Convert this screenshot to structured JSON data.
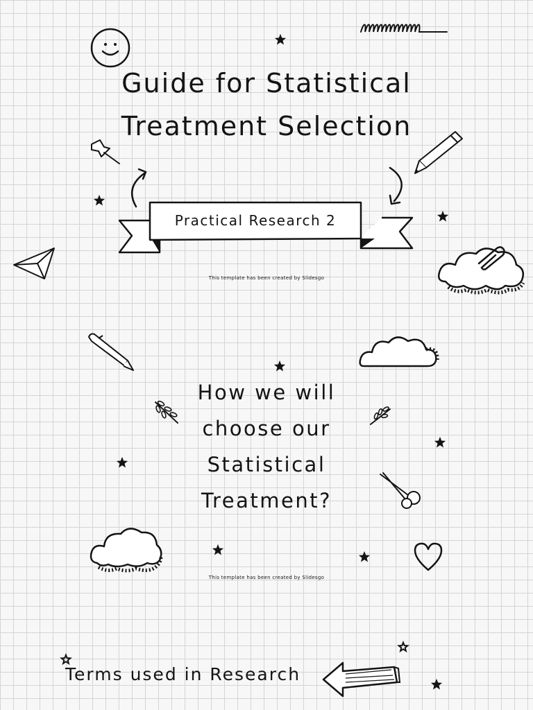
{
  "slide1": {
    "title_line1": "Guide for Statistical",
    "title_line2": "Treatment Selection",
    "banner": "Practical Research 2",
    "credit": "This template has been created by Slidesgo"
  },
  "slide2": {
    "question_lines": [
      "How we will",
      "choose our",
      "Statistical",
      "Treatment?"
    ],
    "credit": "This template has been created by Slidesgo"
  },
  "footer": {
    "link_text": "Terms used in Research",
    "arrow_icon": "arrow-left-icon"
  },
  "colors": {
    "background": "#f7f7f7",
    "grid": "#d4d4d8",
    "ink": "#141414"
  }
}
